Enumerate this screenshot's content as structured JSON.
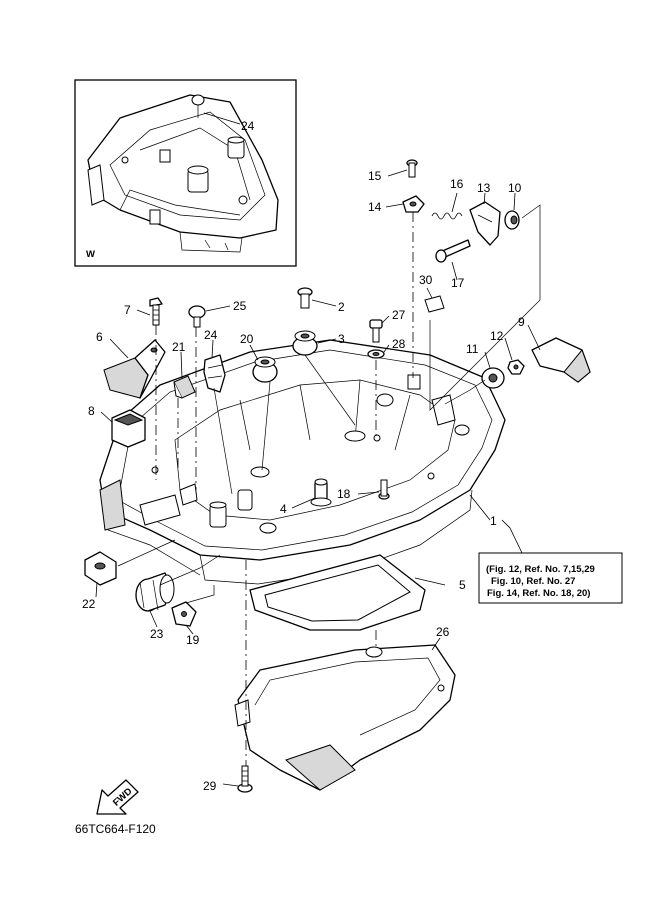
{
  "inset": {
    "letter": "W",
    "callout": "24"
  },
  "callouts": {
    "c1": "1",
    "c2": "2",
    "c3": "3",
    "c4": "4",
    "c5": "5",
    "c6": "6",
    "c7": "7",
    "c8": "8",
    "c9": "9",
    "c10": "10",
    "c11": "11",
    "c12": "12",
    "c13": "13",
    "c14": "14",
    "c15": "15",
    "c16": "16",
    "c17": "17",
    "c18": "18",
    "c19": "19",
    "c20": "20",
    "c21": "21",
    "c22": "22",
    "c23": "23",
    "c24": "24",
    "c25": "25",
    "c26": "26",
    "c27": "27",
    "c28": "28",
    "c29": "29",
    "c30": "30"
  },
  "reference_note": [
    "(Fig. 12, Ref. No. 7,15,29",
    "Fig. 10, Ref. No. 27",
    "Fig. 14, Ref. No. 18, 20)"
  ],
  "fwd_label": "FWD",
  "drawing_code": "66TC664-F120"
}
